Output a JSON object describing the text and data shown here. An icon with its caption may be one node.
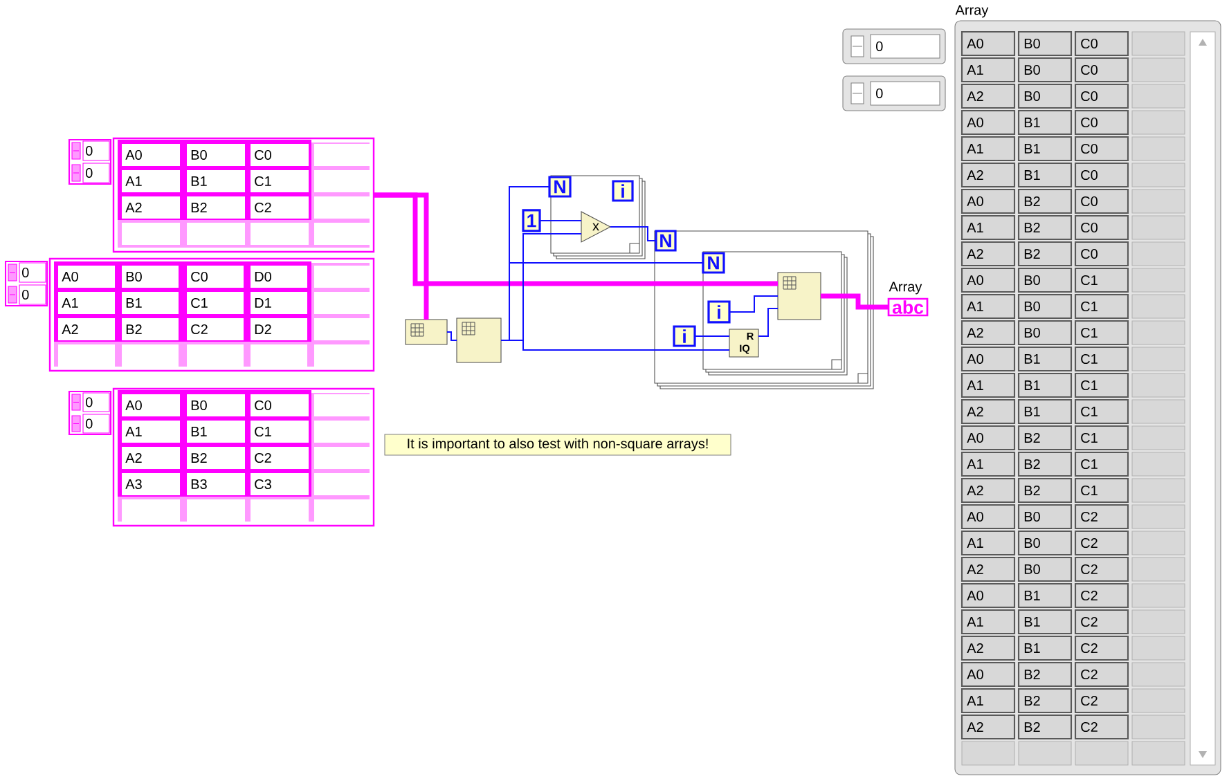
{
  "diagram": {
    "nodes": [
      {
        "text": [
          "0",
          "0"
        ]
      },
      {
        "text": [
          "A0",
          "B0",
          "C0",
          "A1",
          "B1",
          "C1",
          "A2",
          "B2",
          "C2"
        ]
      },
      {
        "text": [
          "0",
          "0"
        ]
      },
      {
        "text": [
          "A0",
          "B0",
          "C0",
          "D0",
          "A1",
          "B1",
          "C1",
          "D1",
          "A2",
          "B2",
          "C2",
          "D2"
        ]
      },
      {
        "text": [
          "0",
          "0"
        ]
      },
      {
        "text": [
          "A0",
          "B0",
          "C0",
          "A1",
          "B1",
          "C1",
          "A2",
          "B2",
          "C2",
          "A3",
          "B3",
          "C3"
        ]
      },
      {
        "text": [
          "It is important to also test with non-square arrays!"
        ]
      },
      {
        "text": [],
        "shape": "box"
      },
      {
        "text": [],
        "shape": "box"
      },
      {
        "text": [],
        "shape": "box"
      },
      {
        "text": [
          "N"
        ],
        "in": 9
      },
      {
        "text": [
          "i"
        ],
        "in": 9
      },
      {
        "text": [
          "1"
        ]
      },
      {
        "text": [
          "x"
        ],
        "in": 9
      },
      {
        "text": [],
        "shape": "box"
      },
      {
        "text": [
          "N"
        ],
        "in": 14
      },
      {
        "text": [
          "i"
        ],
        "in": 14
      },
      {
        "text": [],
        "shape": "box",
        "in": 14
      },
      {
        "text": [
          "N"
        ],
        "in": 17
      },
      {
        "text": [
          "i"
        ],
        "in": 17
      },
      {
        "text": [
          "R",
          "IQ"
        ],
        "in": 17
      },
      {
        "text": [],
        "shape": "box",
        "in": 17
      },
      {
        "text": [
          "abc"
        ],
        "beside": [
          "Array"
        ]
      },
      {
        "text": [
          "0"
        ]
      },
      {
        "text": [
          "0"
        ]
      },
      {
        "text": [
          "A0",
          "B0",
          "C0",
          "A1",
          "B0",
          "C0",
          "A2",
          "B0",
          "C0",
          "A0",
          "B1",
          "C0",
          "A1",
          "B1",
          "C0",
          "A2",
          "B1",
          "C0",
          "A0",
          "B2",
          "C0",
          "A1",
          "B2",
          "C0",
          "A2",
          "B2",
          "C0",
          "A0",
          "B0",
          "C1",
          "A1",
          "B0",
          "C1",
          "A2",
          "B0",
          "C1",
          "A0",
          "B1",
          "C1",
          "A1",
          "B1",
          "C1",
          "A2",
          "B1",
          "C1",
          "A0",
          "B2",
          "C1",
          "A1",
          "B2",
          "C1",
          "A2",
          "B2",
          "C1",
          "A0",
          "B0",
          "C2",
          "A1",
          "B0",
          "C2",
          "A2",
          "B0",
          "C2",
          "A0",
          "B1",
          "C2",
          "A1",
          "B1",
          "C2",
          "A2",
          "B1",
          "C2",
          "A0",
          "B2",
          "C2",
          "A1",
          "B2",
          "C2",
          "A2",
          "B2",
          "C2"
        ],
        "beside": [
          "Array"
        ]
      }
    ],
    "edges": [
      {
        "from": 1,
        "to": 7,
        "arrow": "none",
        "style": "thick",
        "color": "#ff00ff"
      },
      {
        "from": 1,
        "to": 21,
        "arrow": "none",
        "style": "thick",
        "color": "#ff00ff"
      },
      {
        "from": 7,
        "to": 8,
        "arrow": "none"
      },
      {
        "from": 8,
        "to": 10,
        "arrow": "none"
      },
      {
        "from": 8,
        "to": 18,
        "arrow": "none"
      },
      {
        "from": 8,
        "to": 13,
        "arrow": "none"
      },
      {
        "from": 8,
        "to": 20,
        "arrow": "none"
      },
      {
        "from": 12,
        "to": 13,
        "arrow": "none"
      },
      {
        "from": 13,
        "to": 15,
        "arrow": "none"
      },
      {
        "from": 19,
        "to": 21,
        "arrow": "none"
      },
      {
        "from": 20,
        "to": 21,
        "arrow": "none"
      },
      {
        "from": 16,
        "to": 20,
        "arrow": "none"
      },
      {
        "from": 21,
        "to": 22,
        "arrow": "none",
        "style": "thick",
        "color": "#ff00ff"
      }
    ]
  }
}
